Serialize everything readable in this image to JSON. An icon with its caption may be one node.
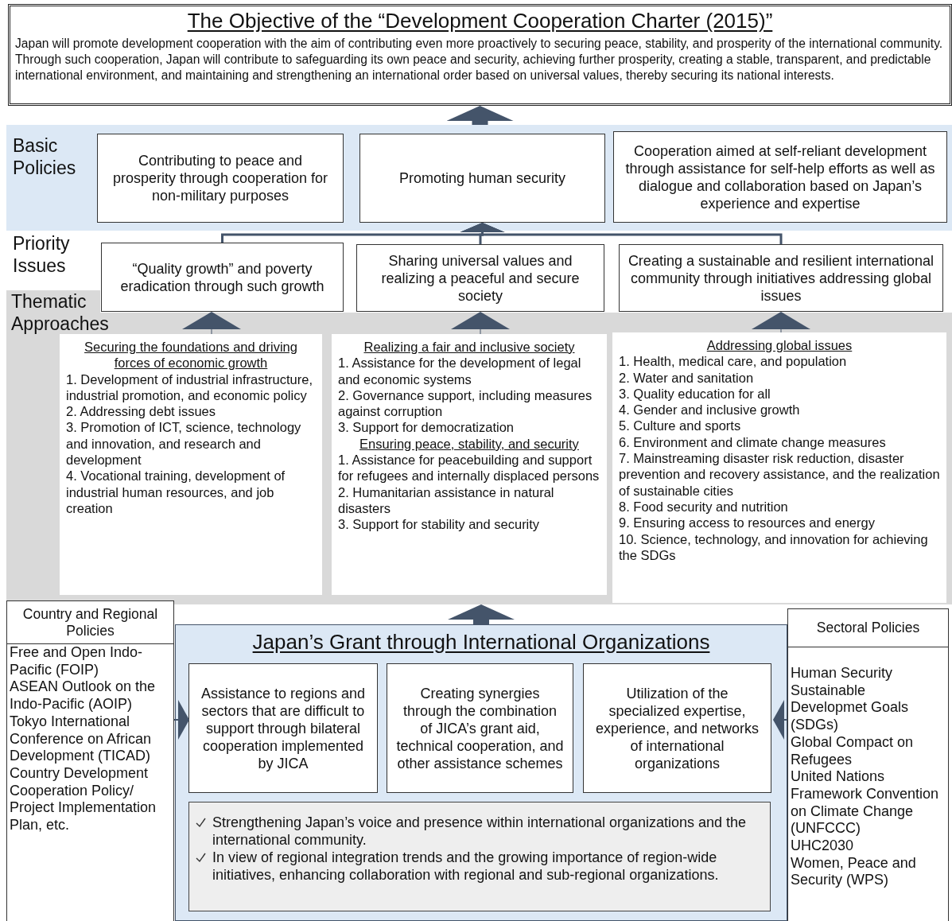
{
  "diagram": {
    "nodes": [
      {
        "text": [
          "The Objective of the “Development Cooperation Charter (2015)”",
          "Japan will promote development cooperation with the aim of contributing even more proactively to securing peace, stability, and prosperity of the international community. Through such cooperation, Japan will contribute to safeguarding its own peace and security, achieving further prosperity, creating a stable, transparent, and predictable international environment, and maintaining and strengthening an international order based on universal values, thereby securing its national interests."
        ]
      },
      {
        "text": [
          "Basic Policies"
        ]
      },
      {
        "text": [
          "Contributing to peace and prosperity through cooperation for non-military purposes"
        ],
        "in": 1
      },
      {
        "text": [
          "Promoting human security"
        ],
        "in": 1
      },
      {
        "text": [
          "Cooperation aimed at self-reliant development through assistance for self-help efforts as well as dialogue and collaboration based on Japan’s experience and expertise"
        ],
        "in": 1
      },
      {
        "text": [
          "“Quality growth” and poverty eradication through such growth"
        ]
      },
      {
        "text": [
          "Sharing universal values and realizing a peaceful and secure society"
        ]
      },
      {
        "text": [
          "Creating a sustainable and resilient international community through initiatives addressing global issues"
        ]
      },
      {
        "text": [
          "Thematic Approaches"
        ]
      },
      {
        "text": [
          "Securing the foundations and driving forces of economic growth",
          "1. Development of industrial infrastructure, industrial promotion, and economic policy",
          "2. Addressing debt issues",
          "3. Promotion of ICT, science, technology and innovation, and research and development",
          "4. Vocational training, development of industrial human resources, and job creation"
        ],
        "in": 8
      },
      {
        "text": [
          "Realizing a fair and inclusive society",
          "1. Assistance for the development of legal and economic systems",
          "2. Governance support, including measures against corruption",
          "3. Support for democratization",
          "Ensuring peace, stability, and security",
          "1. Assistance for peacebuilding and support for refugees and internally displaced persons",
          "2. Humanitarian assistance in natural disasters",
          "3. Support for stability and security"
        ],
        "in": 8
      },
      {
        "text": [
          "Addressing global issues",
          "1. Health, medical care, and population",
          "2. Water and sanitation",
          "3. Quality education for all",
          "4. Gender and inclusive growth",
          "5. Culture and sports",
          "6. Environment and climate change measures",
          "7. Mainstreaming disaster risk reduction, disaster prevention and recovery assistance, and the realization of sustainable cities",
          "8. Food security and nutrition",
          "9. Ensuring access to resources and energy",
          "10. Science, technology, and innovation for achieving the SDGs"
        ],
        "in": 8
      },
      {
        "text": [
          "Country and Regional Policies",
          "Free and Open Indo-Pacific (FOIP)",
          "ASEAN Outlook on the Indo-Pacific (AOIP)",
          "Tokyo International Conference on African Development (TICAD)",
          "Country Development Cooperation Policy/ Project Implementation Plan, etc."
        ]
      },
      {
        "text": [
          "Japan’s Grant through International Organizations"
        ]
      },
      {
        "text": [
          "Assistance to regions and sectors that are difficult to support through bilateral cooperation implemented by JICA"
        ],
        "in": 13
      },
      {
        "text": [
          "Creating synergies through the combination of JICA’s grant aid, technical cooperation, and other assistance schemes"
        ],
        "in": 13
      },
      {
        "text": [
          "Utilization of the specialized expertise, experience, and networks of international organizations"
        ],
        "in": 13
      },
      {
        "text": [
          "Strengthening Japan’s voice and presence within international organizations and the international community.",
          "In view of regional integration trends and the growing importance of region-wide initiatives, enhancing collaboration with regional and sub-regional organizations."
        ],
        "in": 13
      },
      {
        "text": [
          "Sectoral Policies",
          "Human Security",
          "Sustainable Developmet Goals (SDGs)",
          "Global Compact on Refugees",
          "United Nations Framework Convention on Climate Change (UNFCCC)",
          "UHC2030",
          "Women, Peace and Security (WPS)"
        ]
      }
    ],
    "edges": [
      {
        "from": 1,
        "to": 0,
        "arrow": "to",
        "style": "thick"
      },
      {
        "from": 5,
        "to": 3,
        "arrow": "to"
      },
      {
        "from": 6,
        "to": 3,
        "arrow": "to"
      },
      {
        "from": 7,
        "to": 3,
        "arrow": "to"
      },
      {
        "from": 9,
        "to": 5,
        "arrow": "to"
      },
      {
        "from": 10,
        "to": 6,
        "arrow": "to"
      },
      {
        "from": 11,
        "to": 7,
        "arrow": "to"
      },
      {
        "from": 13,
        "to": 8,
        "arrow": "to",
        "style": "thick"
      },
      {
        "from": 12,
        "to": 13,
        "arrow": "to"
      },
      {
        "from": 18,
        "to": 13,
        "arrow": "to"
      }
    ],
    "labels": [
      "Priority Issues"
    ]
  }
}
